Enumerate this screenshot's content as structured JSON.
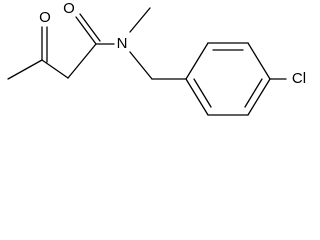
{
  "atoms": {
    "ketone_oxygen": "O",
    "amide_oxygen": "O",
    "amide_nitrogen": "N",
    "chlorine": "Cl"
  },
  "colors": {
    "bond": "#000000",
    "label": "#000000",
    "background": "#ffffff"
  }
}
